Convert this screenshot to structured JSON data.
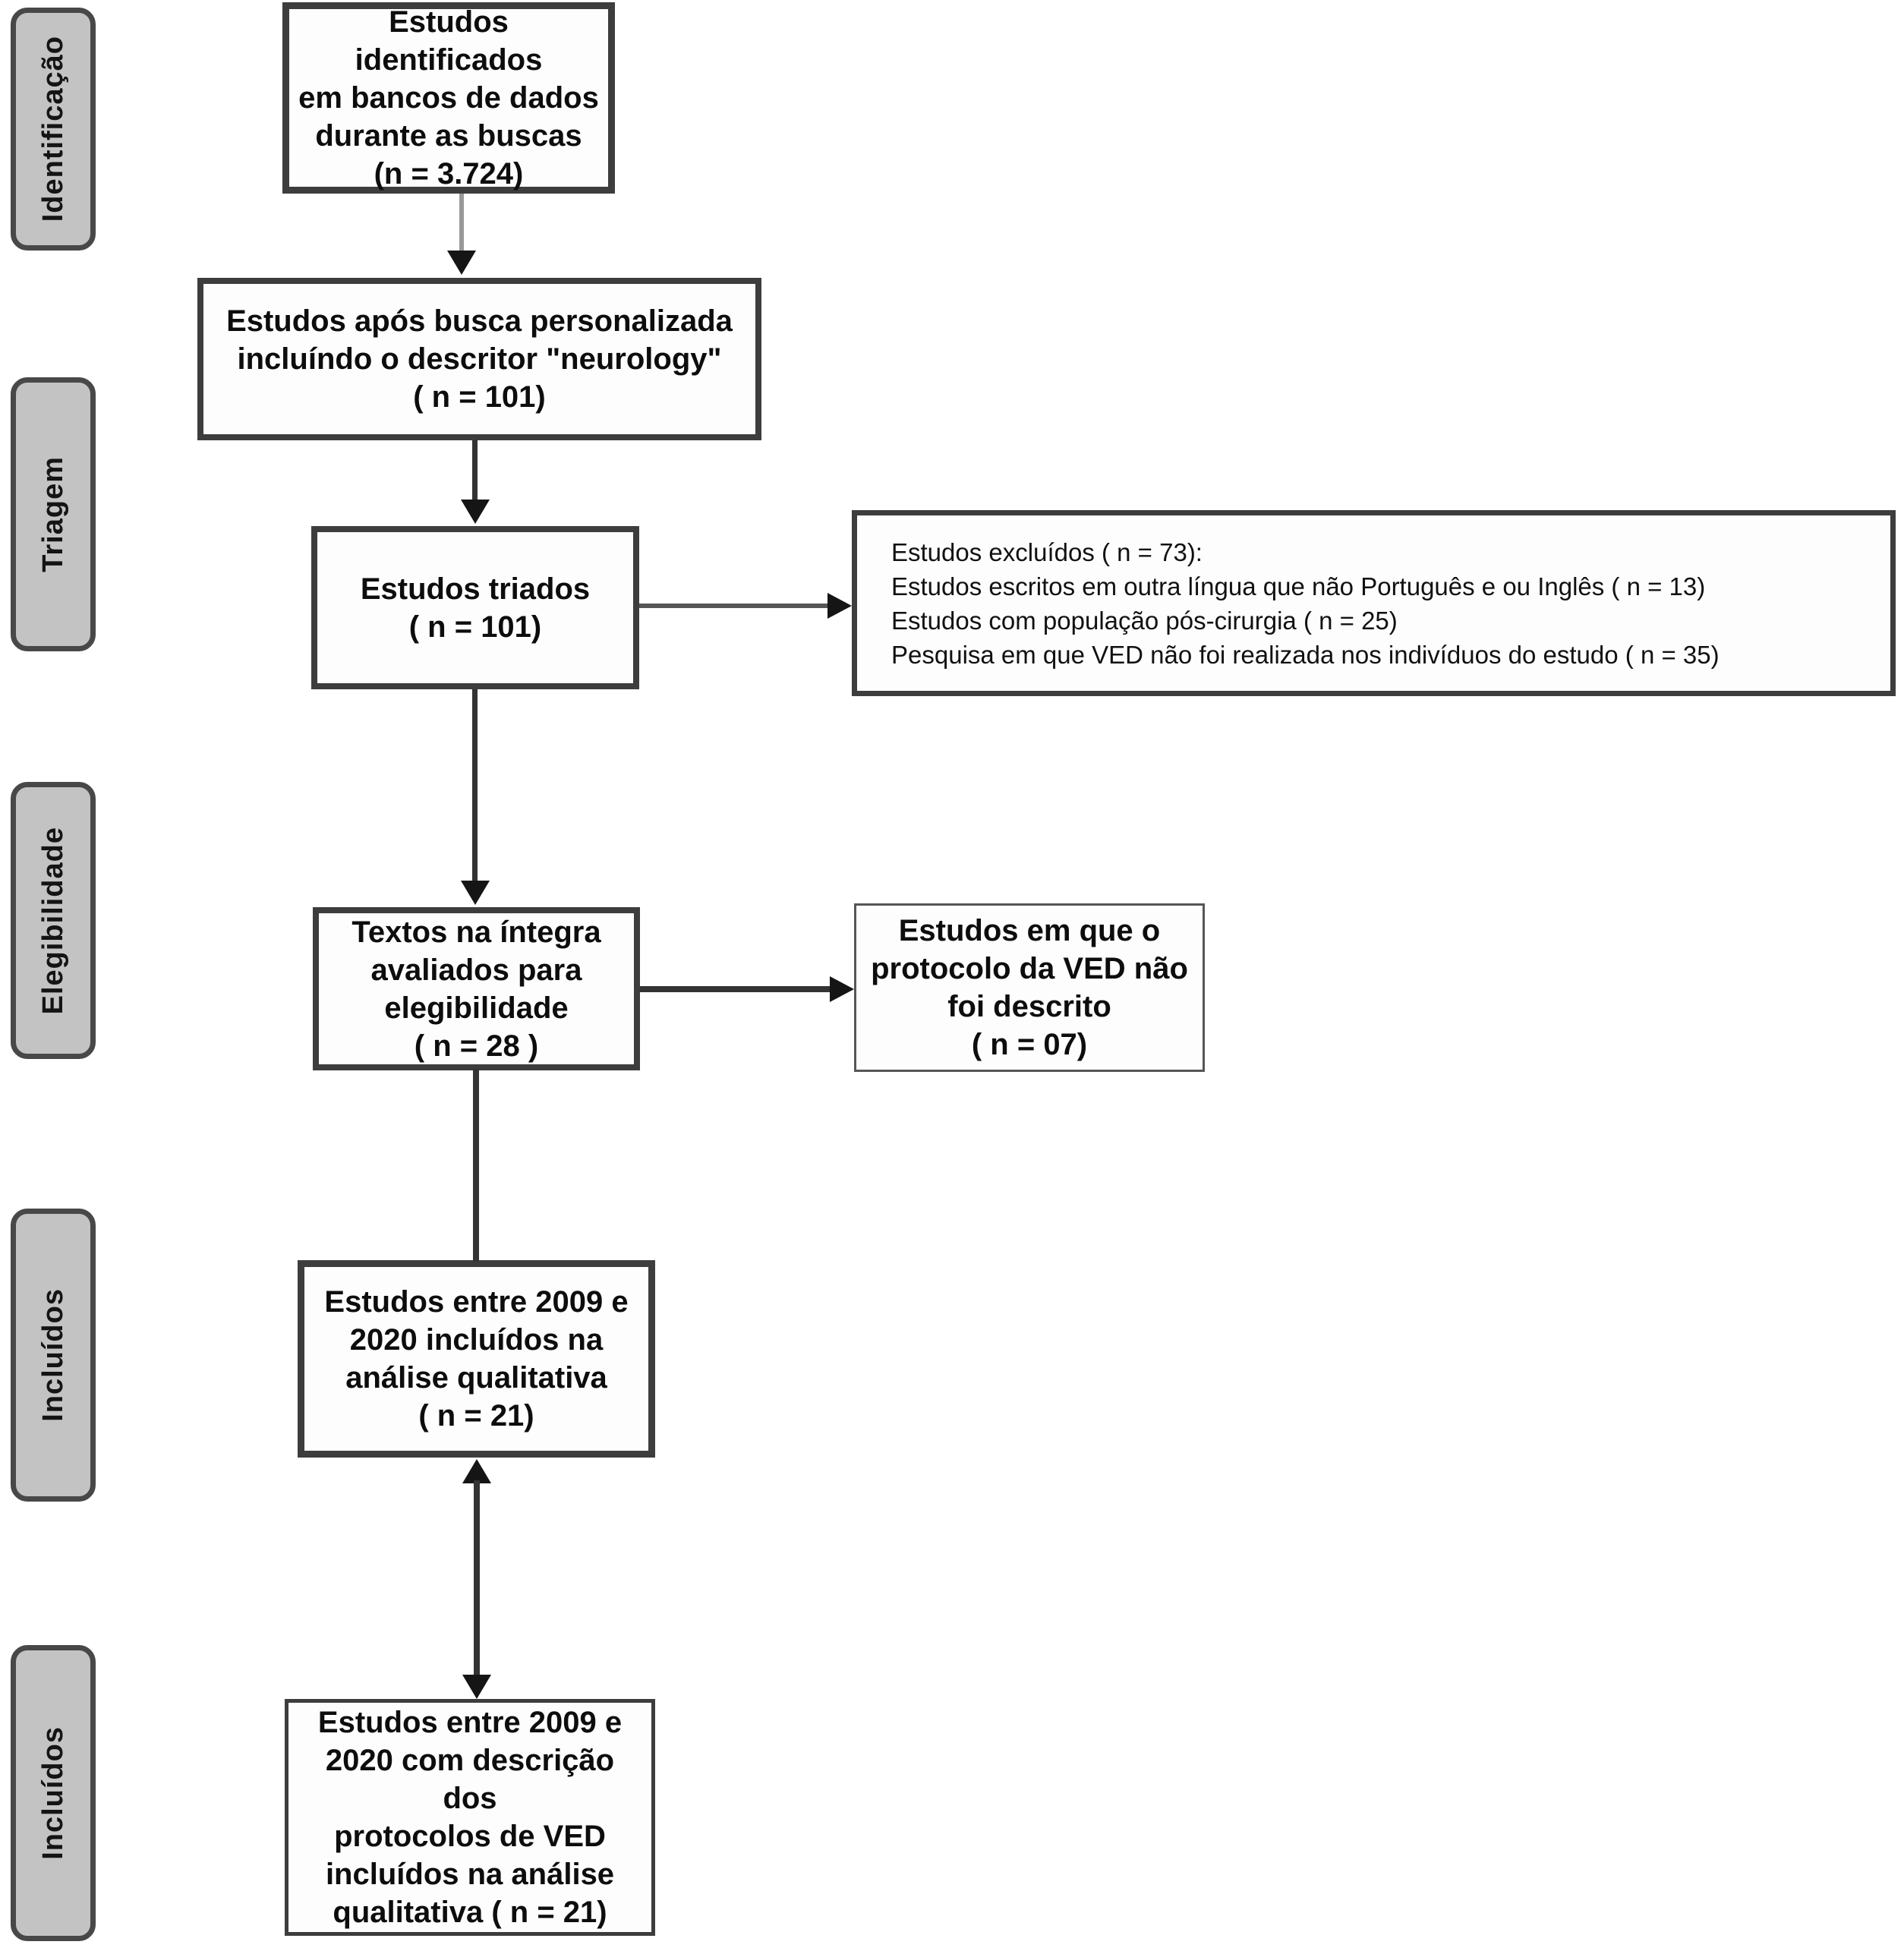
{
  "diagram": {
    "title_semantic": "PRISMA flow diagram (Portuguese)",
    "phase_labels": [
      "Identificação",
      "Triagem",
      "Elegibilidade",
      "Incluídos",
      "Incluídos"
    ],
    "boxes": {
      "identified": "Estudos identificados\nem bancos de dados\ndurante as buscas\n(n = 3.724)",
      "custom_search": "Estudos após busca personalizada\nincluíndo o descritor \"neurology\"\n( n = 101)",
      "screened": "Estudos triados\n( n = 101)",
      "excluded": "Estudos excluídos ( n = 73):\nEstudos escritos em outra língua que não Português e ou Inglês ( n = 13)\nEstudos com população pós-cirurgia ( n = 25)\nPesquisa em que VED não foi realizada nos indivíduos do estudo ( n = 35)",
      "fulltext_assessed": "Textos na íntegra\navaliados para\nelegibilidade\n( n = 28 )",
      "protocol_not_described": "Estudos em que o\nprotocolo da VED não\nfoi descrito\n( n = 07)",
      "included_qualitative": "Estudos entre 2009 e\n2020 incluídos na\nanálise qualitativa\n( n = 21)",
      "included_with_protocols": "Estudos entre 2009 e\n2020 com descrição dos\nprotocolos de VED\nincluídos na análise\nqualitativa ( n = 21)"
    }
  }
}
